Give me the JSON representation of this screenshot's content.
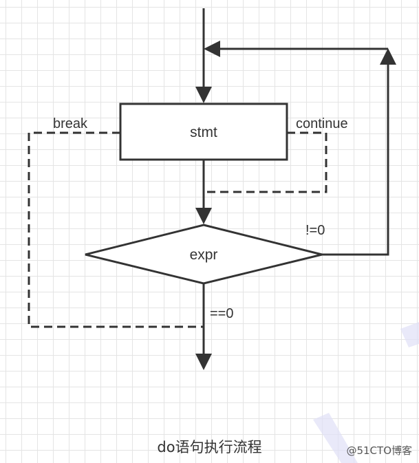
{
  "diagram": {
    "nodes": {
      "stmt": "stmt",
      "expr": "expr"
    },
    "edges": {
      "break": "break",
      "continue": "continue",
      "true_branch": "!=0",
      "false_branch": "==0"
    },
    "caption": "do语句执行流程"
  },
  "watermark": "@51CTO博客",
  "colors": {
    "stroke": "#333333",
    "grid": "#e4e4e4",
    "watermark_accent": "#dcdcf5"
  }
}
